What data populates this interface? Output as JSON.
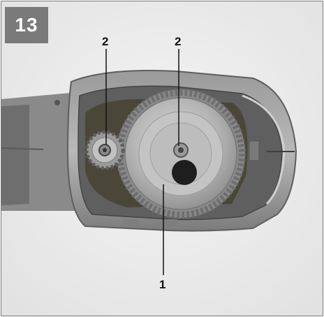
{
  "figure": {
    "number": "13",
    "callouts": {
      "gear_left": "2",
      "gear_center": "2",
      "large_gear": "1"
    }
  }
}
